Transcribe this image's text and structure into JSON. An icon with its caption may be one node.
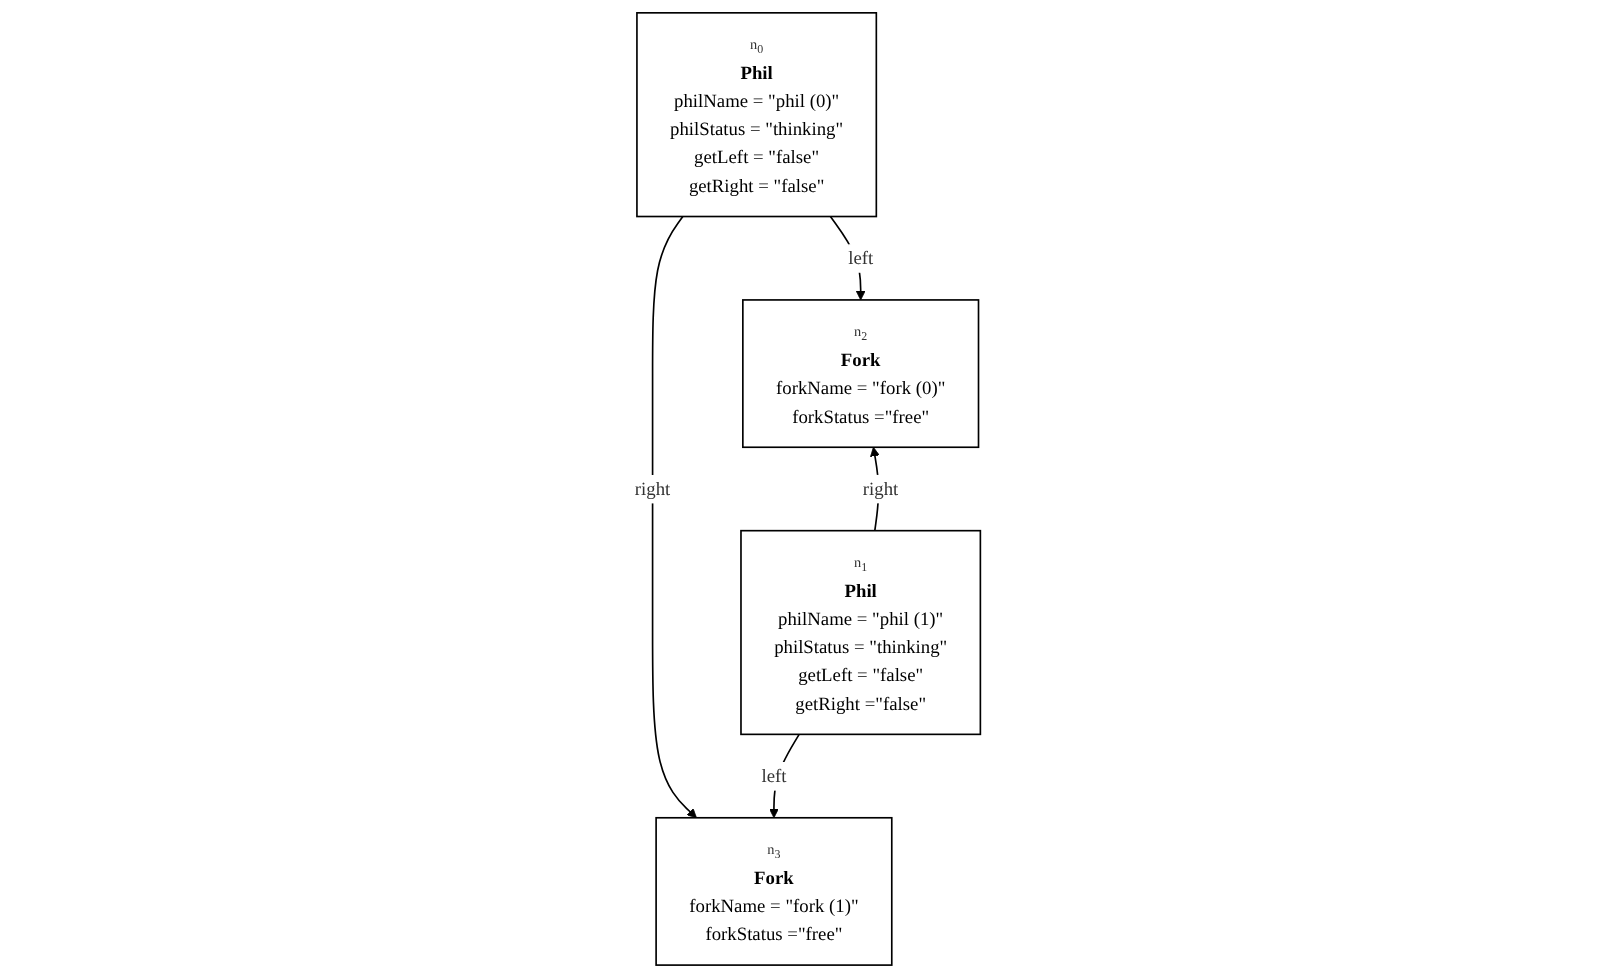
{
  "diagram": {
    "nodes": [
      {
        "text": [
          "n$_{0}$",
          "Phil",
          "philName = \"phil (0)\"",
          "philStatus = \"thinking\"",
          "getLeft = \"false\"",
          "getRight = \"false\""
        ]
      },
      {
        "text": [
          "n$_{2}$",
          "Fork",
          "forkName = \"fork (0)\"",
          "forkStatus =\"free\""
        ]
      },
      {
        "text": [
          "n$_{3}$",
          "Fork",
          "forkName = \"fork (1)\"",
          "forkStatus =\"free\""
        ]
      },
      {
        "text": [
          "n$_{1}$",
          "Phil",
          "philName = \"phil (1)\"",
          "philStatus = \"thinking\"",
          "getLeft = \"false\"",
          "getRight =\"false\""
        ]
      }
    ],
    "edges": [
      {
        "from": 0,
        "to": 1,
        "arrow": "to",
        "label": "left"
      },
      {
        "from": 0,
        "to": 2,
        "arrow": "to",
        "label": "right"
      },
      {
        "from": 3,
        "to": 1,
        "arrow": "to",
        "label": "right"
      },
      {
        "from": 3,
        "to": 2,
        "arrow": "to",
        "label": "left"
      }
    ]
  }
}
